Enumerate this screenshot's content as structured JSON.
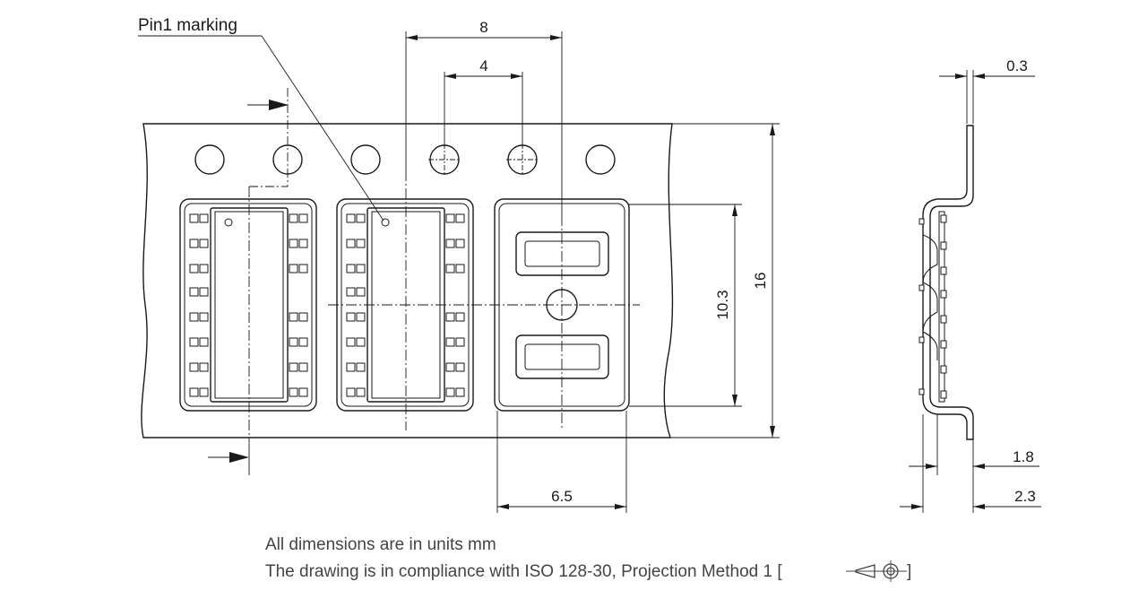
{
  "labels": {
    "pin1_marking": "Pin1 marking"
  },
  "dimensions": {
    "pitch": "8",
    "hole_pitch": "4",
    "thickness": "0.3",
    "cavity_length": "10.3",
    "tape_width": "16",
    "cavity_width": "6.5",
    "depth_inner": "1.8",
    "depth_outer": "2.3"
  },
  "notes": {
    "units": "All dimensions are in units mm",
    "compliance": "The drawing is in compliance with ISO 128-30, Projection Method 1 [",
    "compliance_end": "]"
  },
  "icons": {
    "projection_symbol": "first-angle-projection-icon"
  }
}
